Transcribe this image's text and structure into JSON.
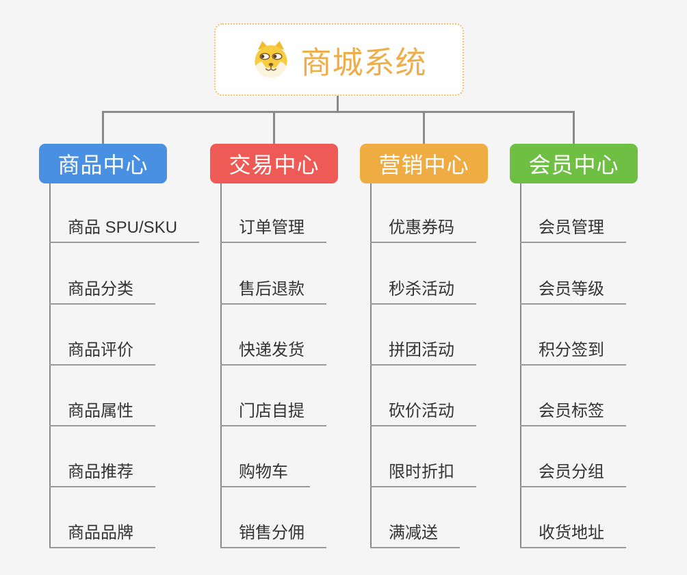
{
  "page": {
    "background": "#f5f5f5"
  },
  "root": {
    "label": "商城系统",
    "icon": "shiba-dog-icon",
    "text_color": "#efad49",
    "border_color": "#f3bd66",
    "background": "#ffffff"
  },
  "connectors": {
    "color": "#8a8a8a",
    "underline_color": "#999999"
  },
  "branches": [
    {
      "label": "商品中心",
      "color": "#4a90e2",
      "items": [
        "商品 SPU/SKU",
        "商品分类",
        "商品评价",
        "商品属性",
        "商品推荐",
        "商品品牌"
      ]
    },
    {
      "label": "交易中心",
      "color": "#ee5a55",
      "items": [
        "订单管理",
        "售后退款",
        "快递发货",
        "门店自提",
        "购物车",
        "销售分佣"
      ]
    },
    {
      "label": "营销中心",
      "color": "#efac42",
      "items": [
        "优惠券码",
        "秒杀活动",
        "拼团活动",
        "砍价活动",
        "限时折扣",
        "满减送"
      ]
    },
    {
      "label": "会员中心",
      "color": "#6fbf44",
      "items": [
        "会员管理",
        "会员等级",
        "积分签到",
        "会员标签",
        "会员分组",
        "收货地址"
      ]
    }
  ]
}
